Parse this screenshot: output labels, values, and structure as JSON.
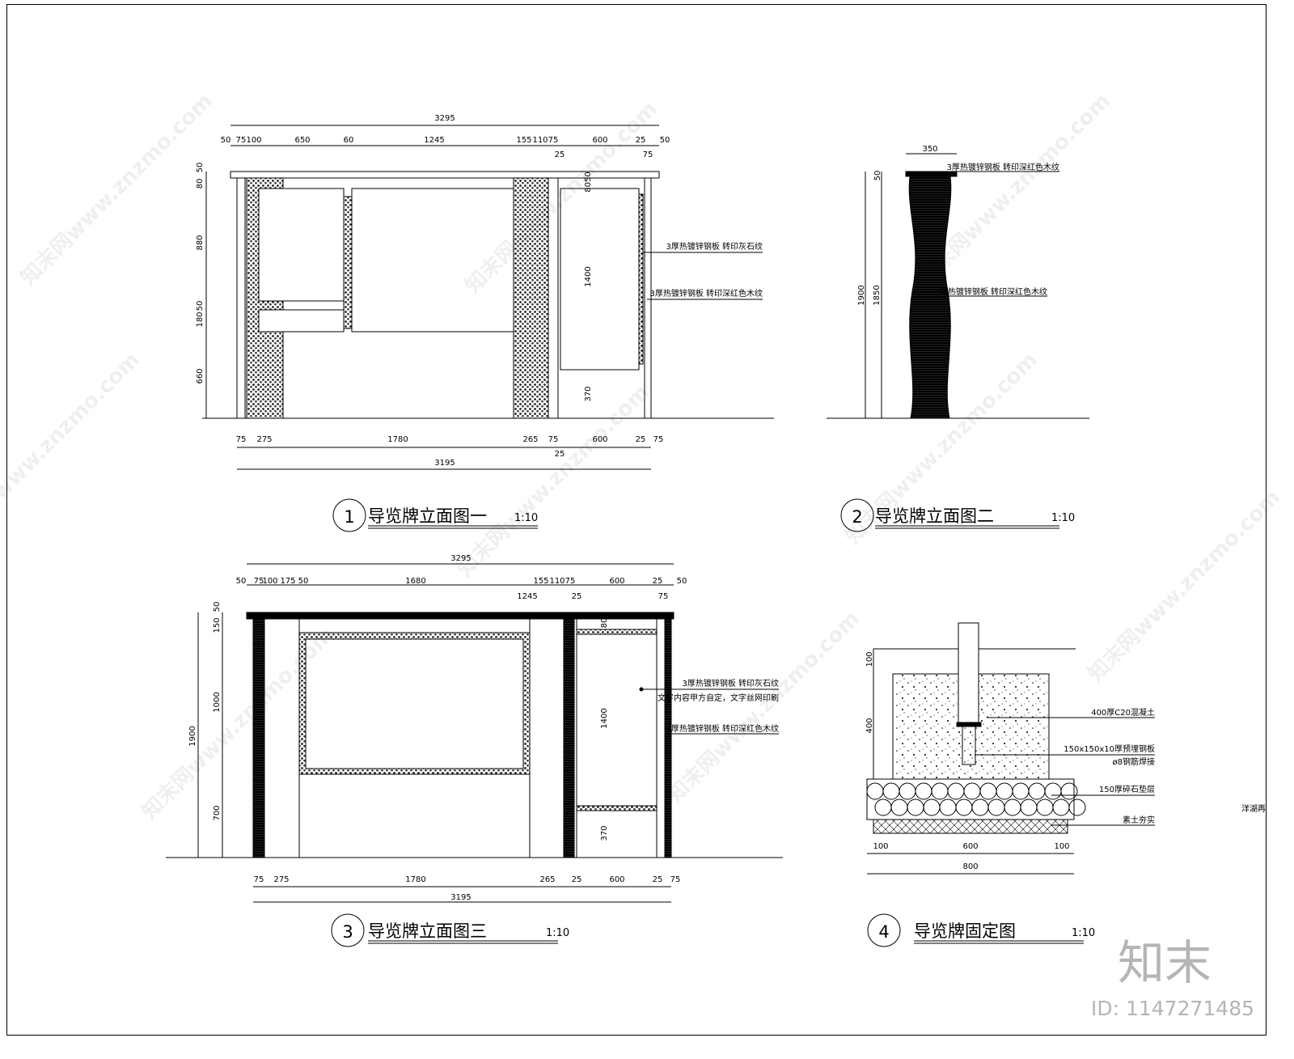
{
  "colors": {
    "line": "#000000",
    "texture": "#333333",
    "logo": "#b5b5b5"
  },
  "watermark": "知末网www.znzmo.com",
  "logo": {
    "text": "知末",
    "id": "ID: 1147271485"
  },
  "drawing1": {
    "title": "导览牌立面图一",
    "number": "1",
    "scale": "1:10",
    "top_total": "3295",
    "top_dims": [
      "50",
      "75",
      "100",
      "650",
      "60",
      "1245",
      "155",
      "110",
      "75",
      "600",
      "25",
      "50"
    ],
    "top_sub": [
      "25",
      "75",
      "8050"
    ],
    "left_dims": [
      "50",
      "80",
      "880",
      "50",
      "180",
      "660"
    ],
    "inner_dims": [
      "1400",
      "370"
    ],
    "bottom_dims": [
      "75",
      "275",
      "1780",
      "265",
      "75",
      "600",
      "25",
      "75"
    ],
    "bottom_sub": "25",
    "bottom_total": "3195",
    "notes": [
      "3厚热镀锌钢板 转印灰石纹",
      "3厚热镀锌钢板 转印深红色木纹"
    ]
  },
  "drawing2": {
    "title": "导览牌立面图二",
    "number": "2",
    "scale": "1:10",
    "top_dim": "350",
    "left_dims": [
      "50",
      "1900",
      "1850"
    ],
    "notes": [
      "3厚热镀锌钢板 转印深红色木纹",
      "3厚热镀锌钢板 转印深红色木纹"
    ]
  },
  "drawing3": {
    "title": "导览牌立面图三",
    "number": "3",
    "scale": "1:10",
    "top_total": "3295",
    "top_dims": [
      "50",
      "75",
      "100",
      "175",
      "50",
      "1680",
      "155",
      "110",
      "75",
      "600",
      "25",
      "50"
    ],
    "top_sub": [
      "1245",
      "25",
      "75"
    ],
    "left_dims": [
      "50",
      "150",
      "1000",
      "700",
      "1900"
    ],
    "inner_dims": [
      "80",
      "1400",
      "370"
    ],
    "bottom_dims": [
      "75",
      "275",
      "1780",
      "265",
      "25",
      "600",
      "25",
      "75"
    ],
    "bottom_total": "3195",
    "notes": [
      "3厚热镀锌钢板 转印灰石纹",
      "文字内容甲方自定，文字丝网印刷",
      "3厚热镀锌钢板 转印深红色木纹"
    ]
  },
  "drawing4": {
    "title": "导览牌固定图",
    "number": "4",
    "scale": "1:10",
    "left_dims": [
      "100",
      "400"
    ],
    "bottom_dims": [
      "100",
      "600",
      "100"
    ],
    "bottom_total": "800",
    "notes": [
      "400厚C20混凝土",
      "150x150x10厚预埋钢板",
      "ø8钢筋焊接",
      "150厚碎石垫层",
      "素土夯实"
    ],
    "edge_text": "洋湖再"
  }
}
